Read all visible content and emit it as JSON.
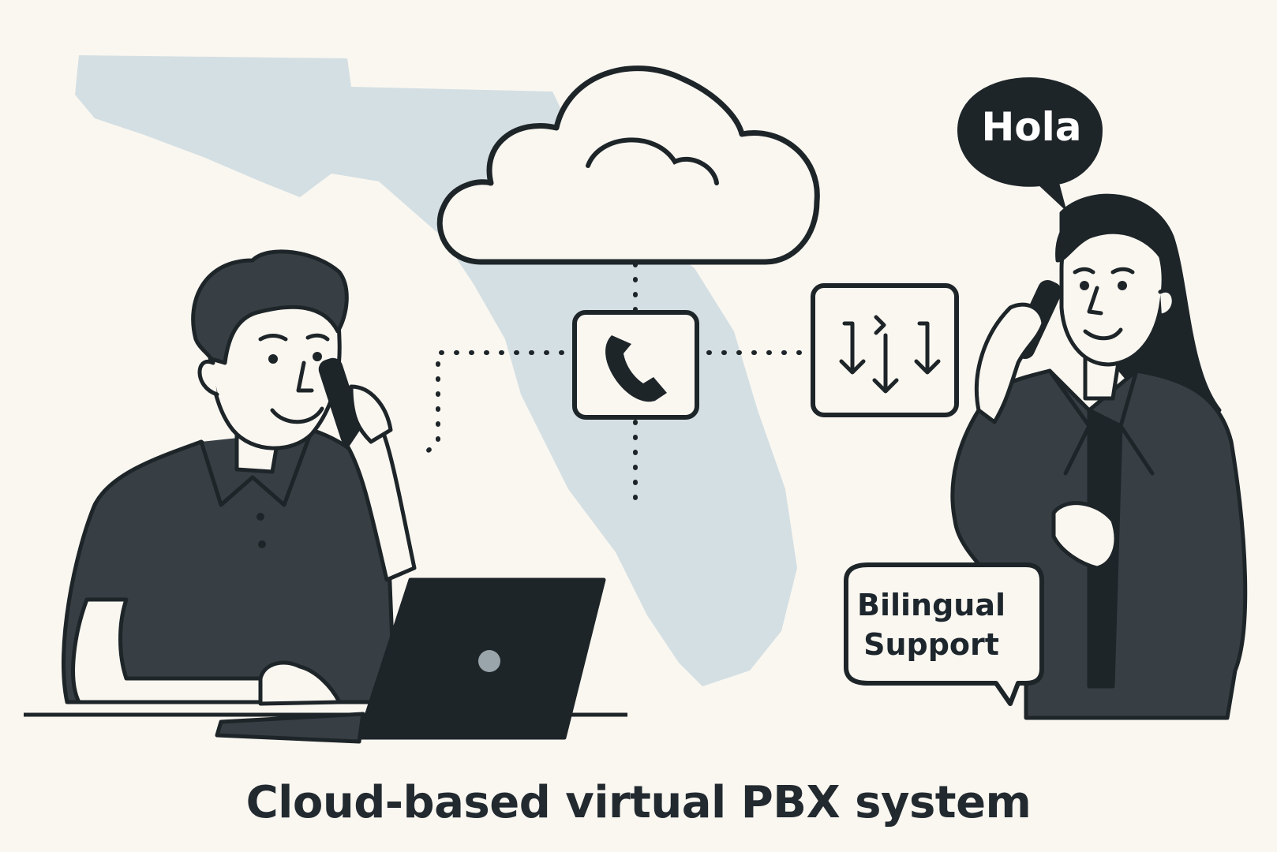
{
  "caption": "Cloud-based virtual PBX system",
  "speech_bubble": {
    "text": "Hola"
  },
  "label_bubble": {
    "line1": "Bilingual",
    "line2": "Support"
  },
  "icons": [
    "cloud-icon",
    "phone-icon",
    "routing-arrows-icon",
    "laptop-icon",
    "mobile-phone-icon"
  ],
  "colors": {
    "background": "#faf7f1",
    "map": "#d4dfe3",
    "outline": "#1e2529",
    "clothing": "#373f45",
    "bubble": "#1e2529"
  }
}
